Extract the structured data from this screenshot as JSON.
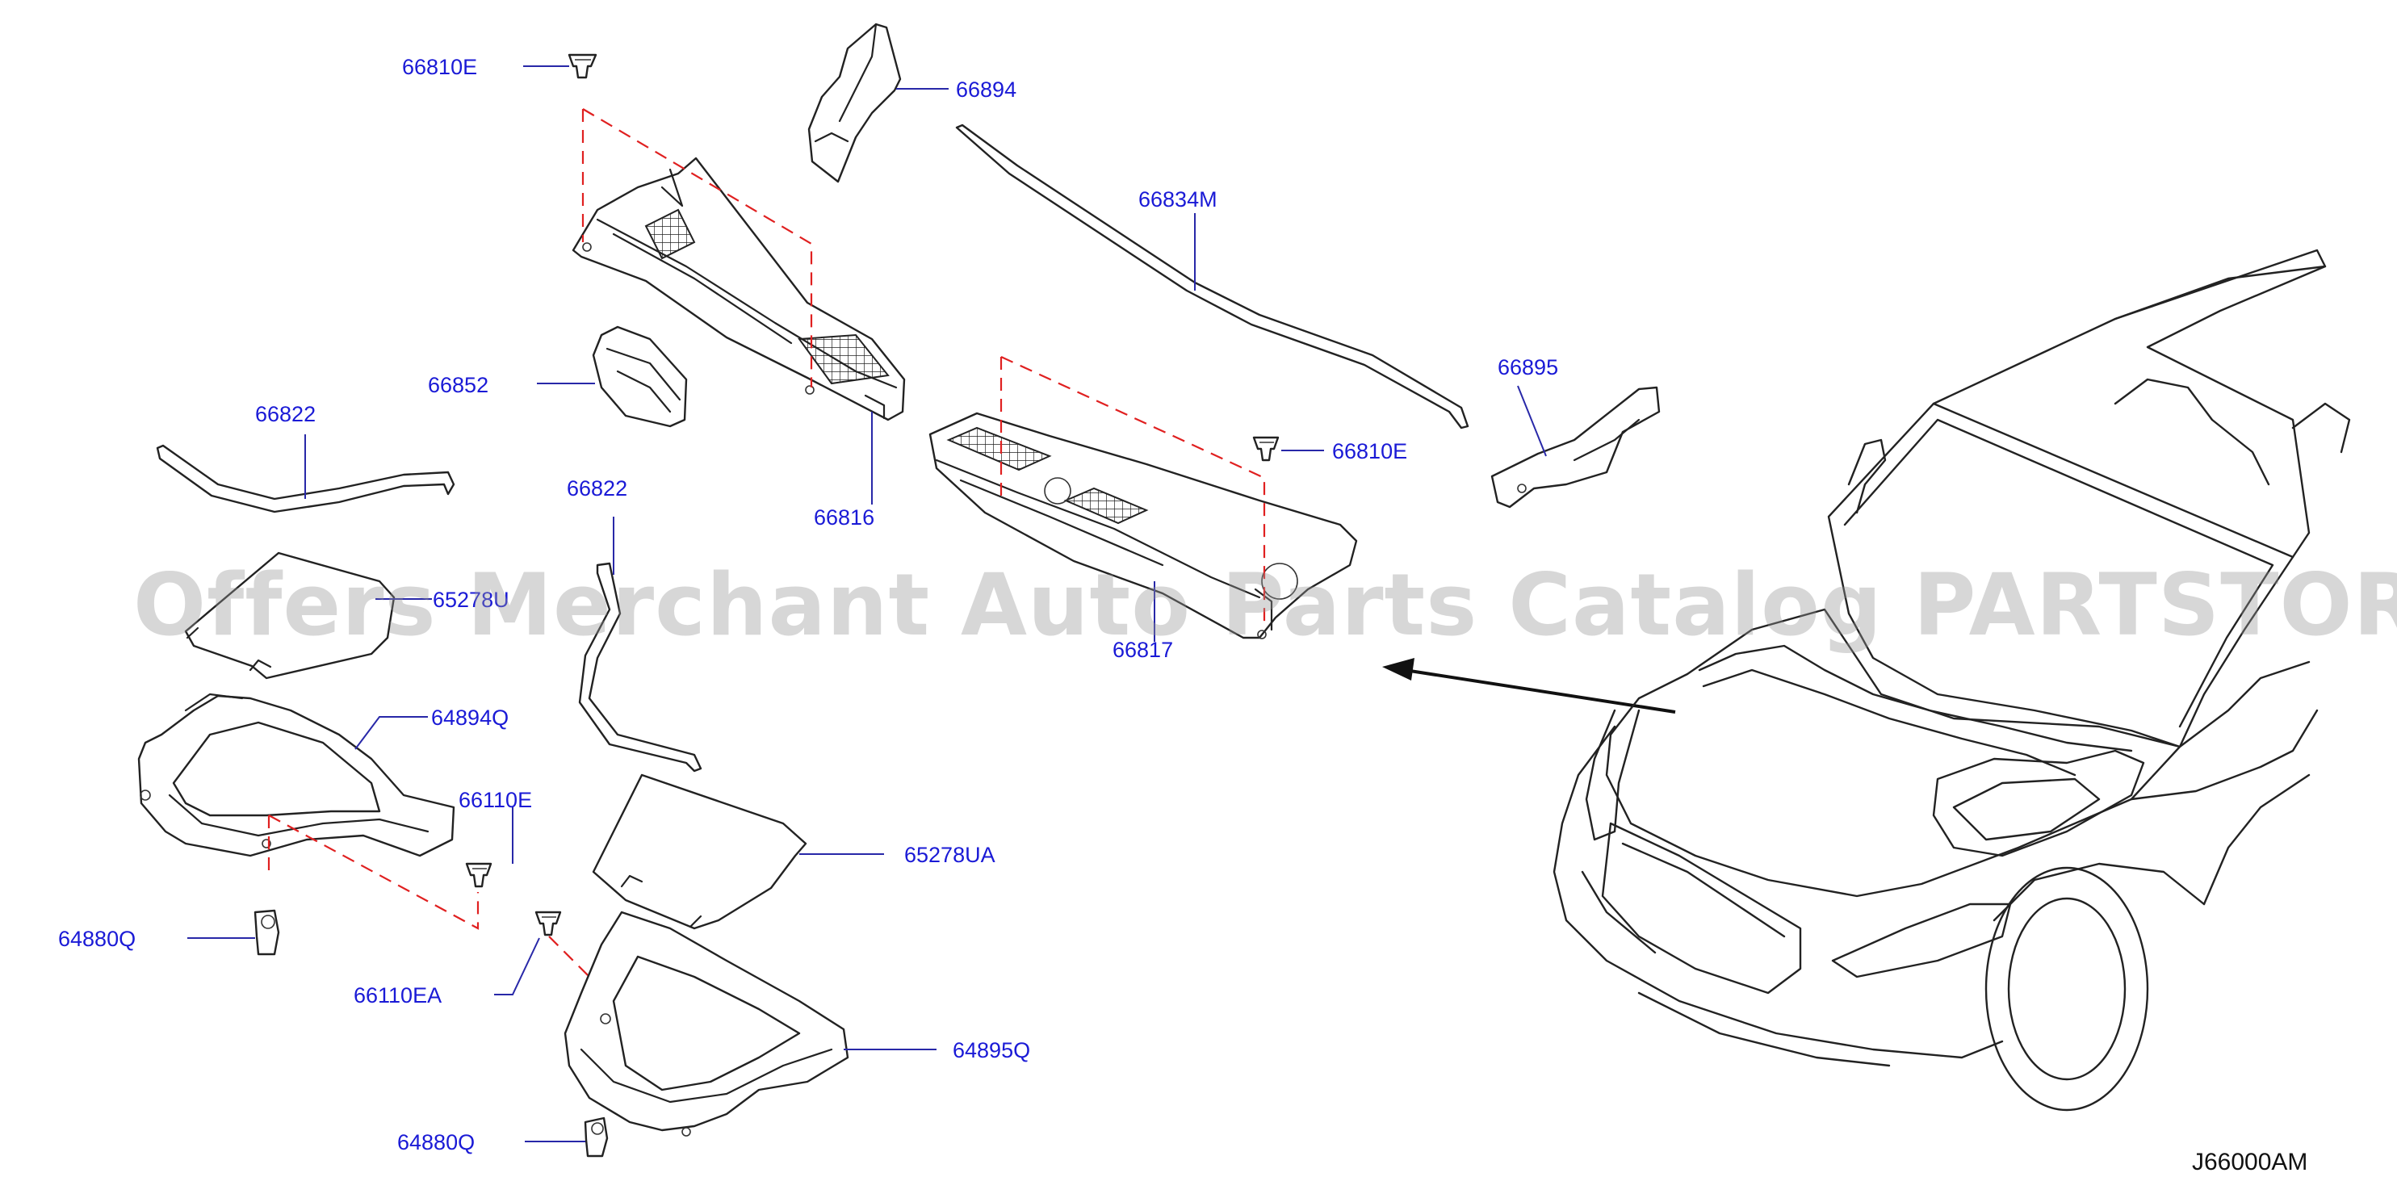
{
  "labels": {
    "l66810e_a": "66810E",
    "l66894": "66894",
    "l66834m": "66834M",
    "l66852": "66852",
    "l66895": "66895",
    "l66810e_b": "66810E",
    "l66822_a": "66822",
    "l66816": "66816",
    "l66822_b": "66822",
    "l65278u": "65278U",
    "l66817": "66817",
    "l64894q": "64894Q",
    "l66110e": "66110E",
    "l65278ua": "65278UA",
    "l64880q_a": "64880Q",
    "l66110ea": "66110EA",
    "l64895q": "64895Q",
    "l64880q_b": "64880Q"
  },
  "watermark": "Offers Merchant Auto Parts Catalog PARTSTORE.SA",
  "diagram_code": "J66000AM",
  "colors": {
    "label": "#1a1ad6",
    "leader": "#2828a8",
    "dash": "#e02020",
    "line": "#222222"
  }
}
